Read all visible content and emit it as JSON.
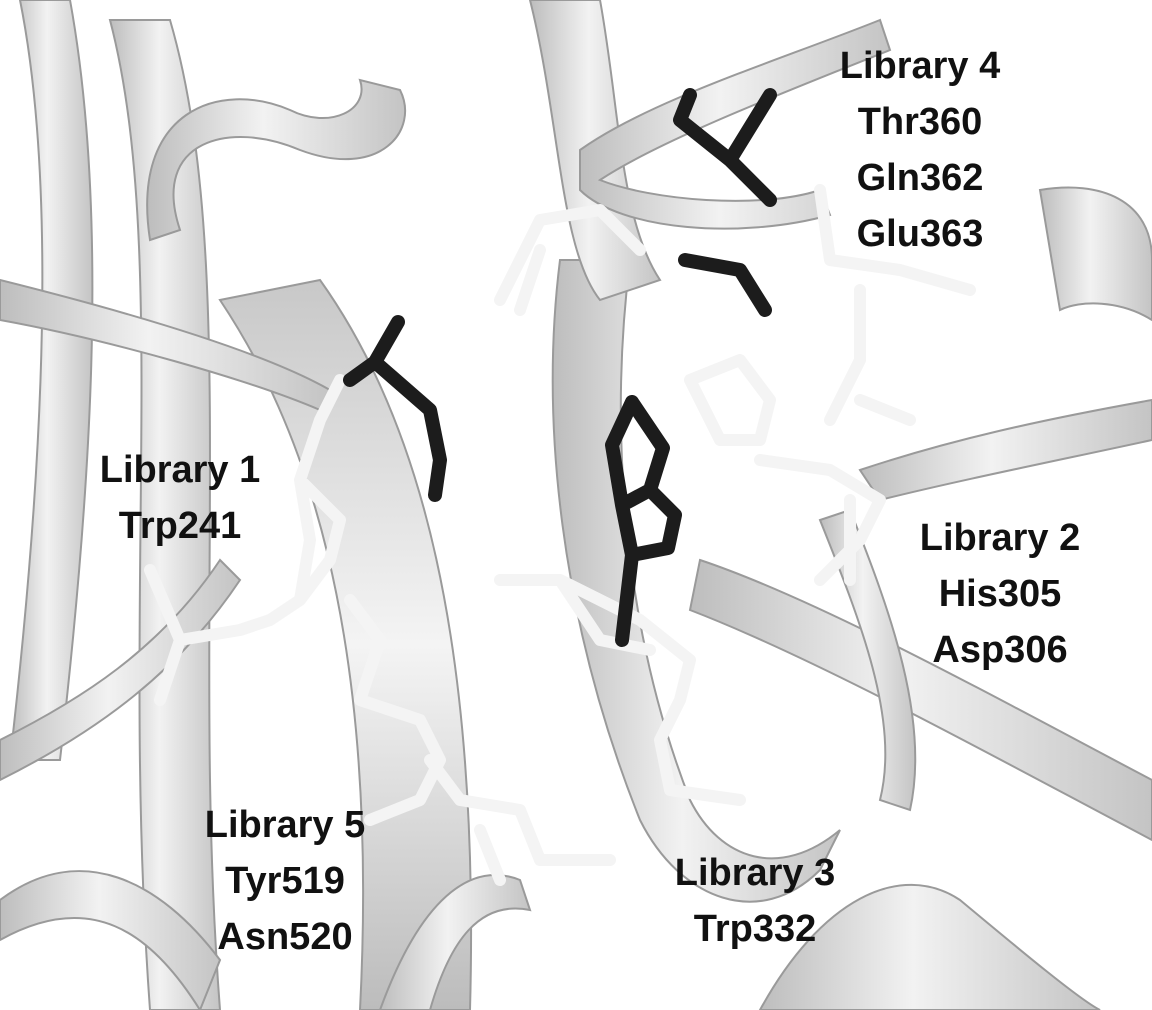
{
  "labels": {
    "lib4": {
      "library": "Library 4",
      "residues": [
        "Thr360",
        "Gln362",
        "Glu363"
      ]
    },
    "lib1": {
      "library": "Library 1",
      "residues": [
        "Trp241"
      ]
    },
    "lib2": {
      "library": "Library 2",
      "residues": [
        "His305",
        "Asp306"
      ]
    },
    "lib5": {
      "library": "Library 5",
      "residues": [
        "Tyr519",
        "Asn520"
      ]
    },
    "lib3": {
      "library": "Library 3",
      "residues": [
        "Trp332"
      ]
    }
  },
  "colors": {
    "ribbon_fill": "#dedede",
    "ribbon_edge": "#9a9a9a",
    "stick_light": "#f4f4f4",
    "stick_dark": "#1c1c1c",
    "text": "#111111"
  }
}
